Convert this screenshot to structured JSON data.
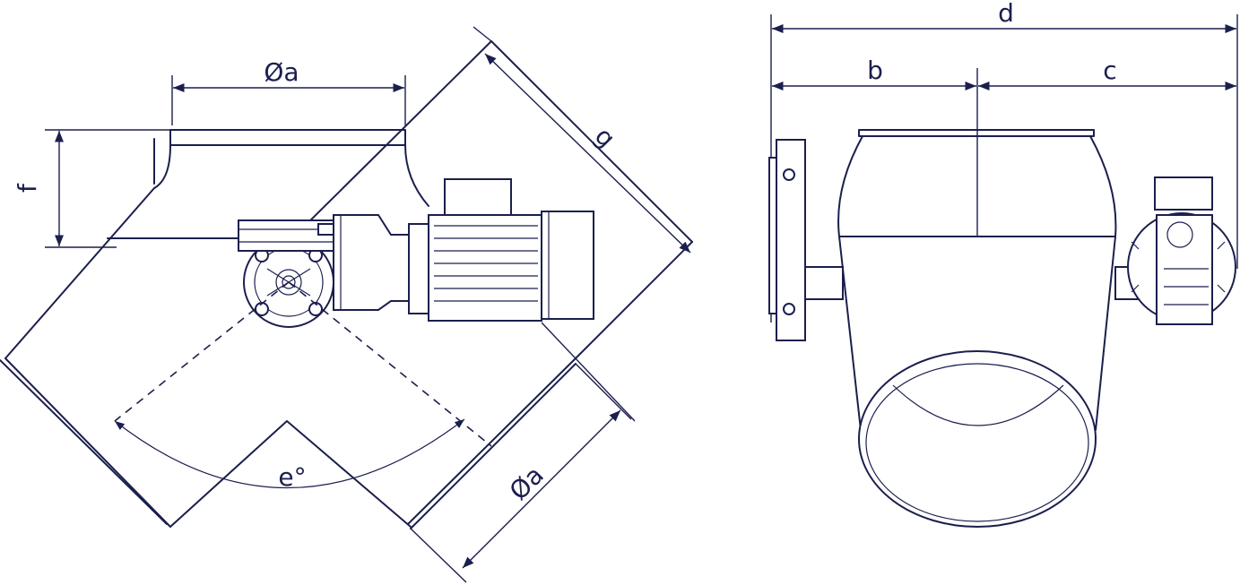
{
  "colors": {
    "line": "#1b1f4d",
    "background": "#ffffff"
  },
  "left_view": {
    "labels": {
      "dia_top": "Øa",
      "height": "f",
      "length": "g",
      "angle": "e°",
      "dia_outlet": "Øa"
    }
  },
  "right_view": {
    "labels": {
      "total_width": "d",
      "left_part": "b",
      "right_part": "c"
    }
  }
}
